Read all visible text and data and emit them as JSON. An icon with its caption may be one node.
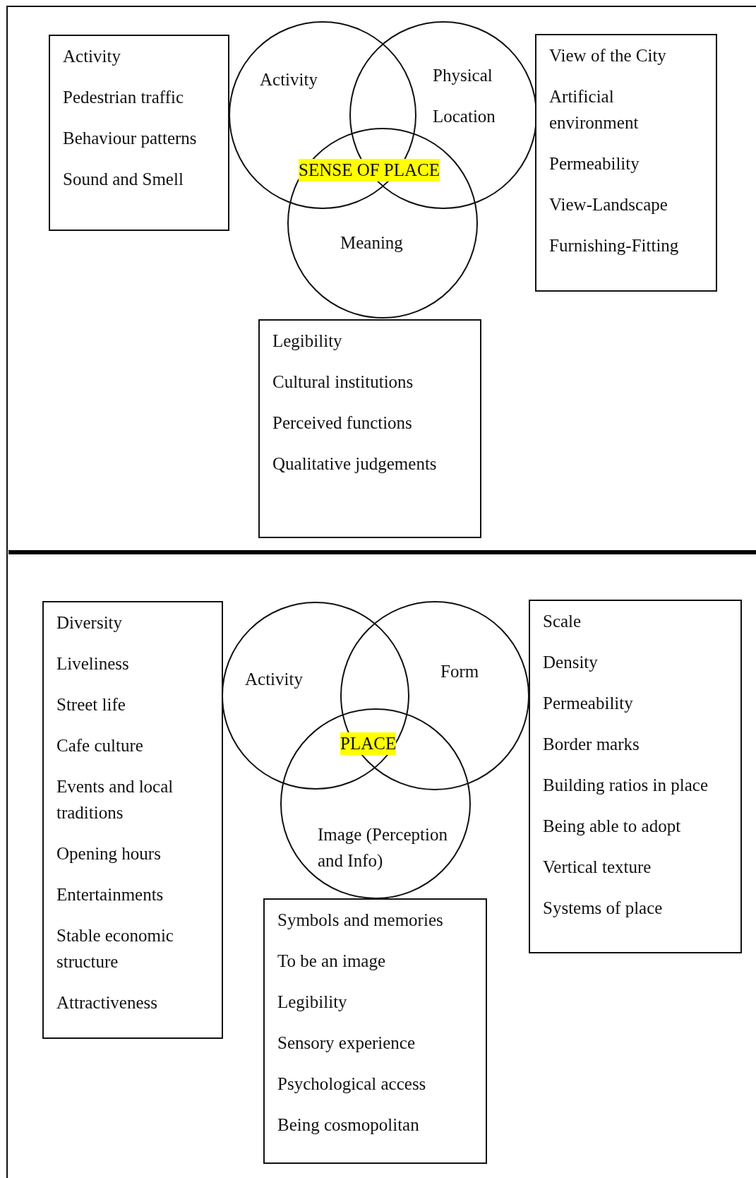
{
  "diagram": {
    "nodes": [
      {
        "text": [
          "Activity",
          "Pedestrian traffic",
          "Behaviour patterns",
          "Sound and Smell"
        ]
      },
      {
        "text": [
          "Activity"
        ]
      },
      {
        "text": [
          "Physical Location"
        ]
      },
      {
        "text": [
          "Meaning"
        ]
      },
      {
        "text": [
          "View of the City",
          "Artificial environment",
          "Permeability",
          "View-Landscape",
          "Furnishing-Fitting"
        ]
      },
      {
        "text": [
          "Legibility",
          "Cultural institutions",
          "Perceived functions",
          "Qualitative judgements"
        ]
      },
      {
        "text": [
          "Diversity",
          "Liveliness",
          "Street life",
          "Cafe culture",
          "Events and local traditions",
          "Opening hours",
          "Entertainments",
          "Stable economic structure",
          "Attractiveness"
        ]
      },
      {
        "text": [
          "Activity"
        ]
      },
      {
        "text": [
          "Form"
        ]
      },
      {
        "text": [
          "Image (Perception and Info)"
        ]
      },
      {
        "text": [
          "Scale",
          "Density",
          "Permeability",
          "Border marks",
          "Building ratios in place",
          "Being able to adopt",
          "Vertical texture",
          "Systems of place"
        ]
      },
      {
        "text": [
          "Symbols and memories",
          "To be an image",
          "Legibility",
          "Sensory experience",
          "Psychological access",
          "Being cosmopolitan"
        ]
      }
    ],
    "edges": [],
    "labels": [
      "SENSE OF PLACE",
      "PLACE"
    ]
  }
}
